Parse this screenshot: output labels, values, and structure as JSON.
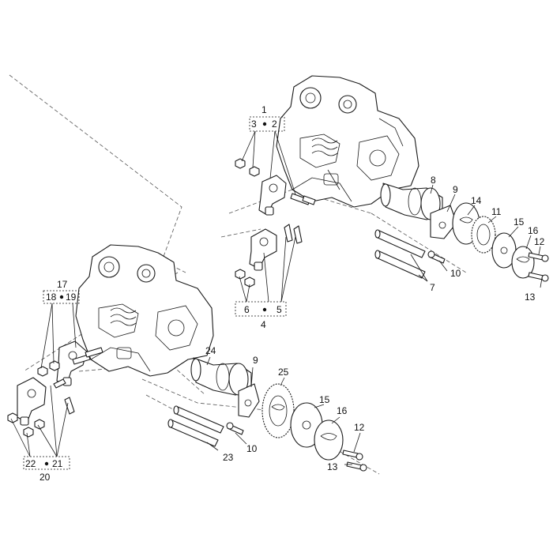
{
  "callouts": {
    "c1": "1",
    "c2": "2",
    "c3": "3",
    "c4": "4",
    "c5": "5",
    "c6": "6",
    "c7": "7",
    "c8": "8",
    "c9a": "9",
    "c10a": "10",
    "c11": "11",
    "c12a": "12",
    "c13a": "13",
    "c14": "14",
    "c15a": "15",
    "c16a": "16",
    "c17": "17",
    "c18": "18",
    "c19": "19",
    "c20": "20",
    "c21": "21",
    "c22": "22",
    "c23": "23",
    "c24": "24",
    "c9b": "9",
    "c10b": "10",
    "c25": "25",
    "c15b": "15",
    "c16b": "16",
    "c12b": "12",
    "c13b": "13"
  },
  "colors": {
    "line": "#1a1a1a",
    "dash": "#555555",
    "background": "#ffffff"
  }
}
